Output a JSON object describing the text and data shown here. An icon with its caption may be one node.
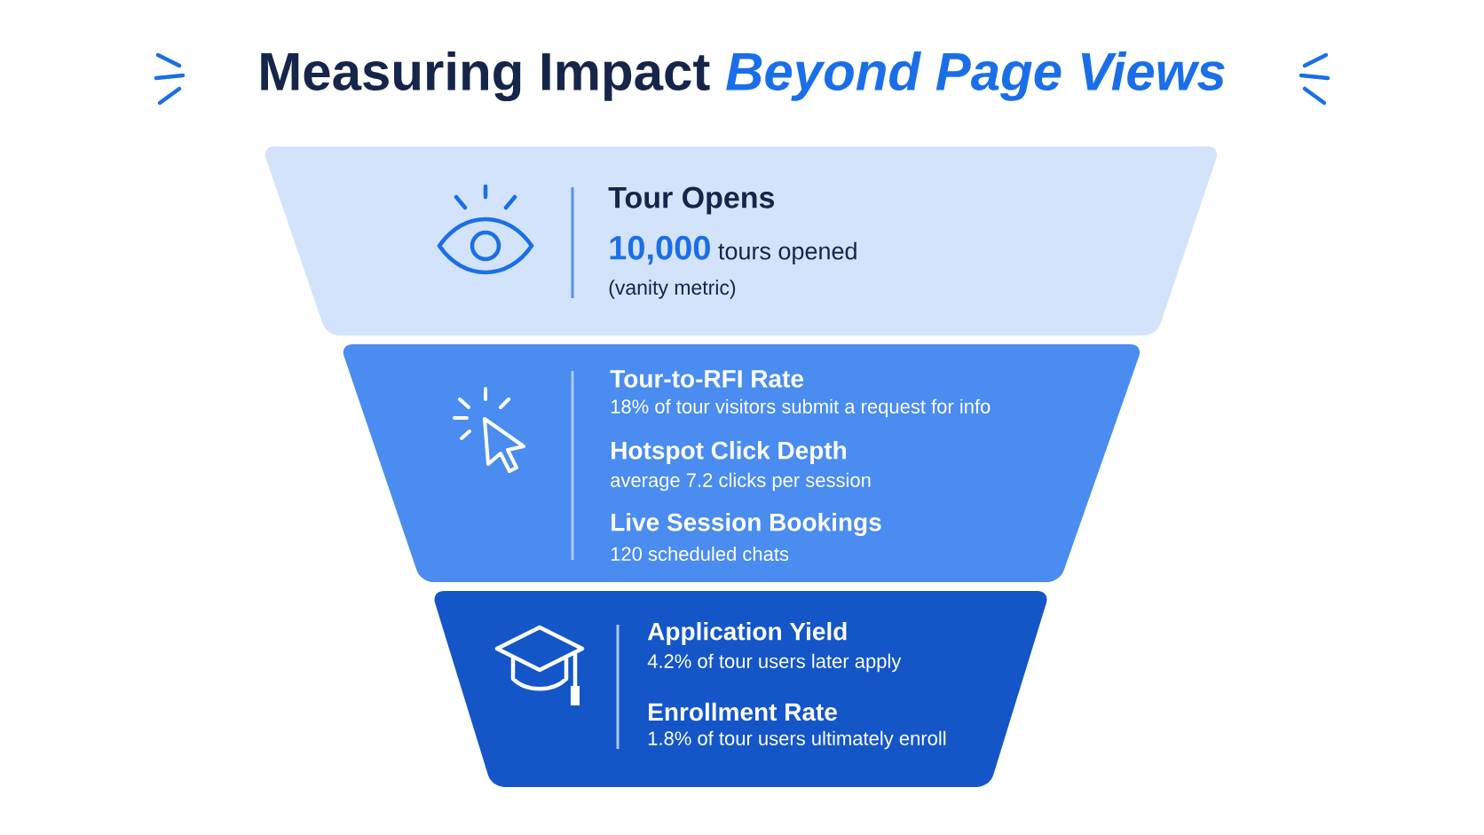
{
  "diagram": {
    "title": "Measuring Impact *Beyond Page Views*",
    "nodes": [
      {
        "text": [
          "Tour Opens",
          "**10,000** tours opened",
          "(vanity metric)"
        ]
      },
      {
        "text": [
          "Tour-to-RFI Rate",
          "18% of tour visitors submit a request for info",
          "Hotspot Click Depth",
          "average 7.2 clicks per session",
          "Live Session Bookings",
          "120 scheduled chats"
        ]
      },
      {
        "text": [
          "Application Yield",
          "4.2% of tour users later apply",
          "Enrollment Rate",
          "1.8% of tour users ultimately enroll"
        ]
      }
    ]
  }
}
